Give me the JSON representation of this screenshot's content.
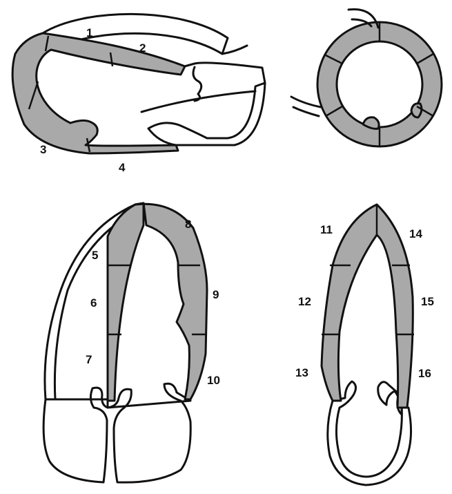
{
  "views": {
    "long_axis": {
      "segments": [
        {
          "id": 1,
          "text": "1"
        },
        {
          "id": 2,
          "text": "2"
        },
        {
          "id": 3,
          "text": "3"
        },
        {
          "id": 4,
          "text": "4"
        }
      ]
    },
    "short_axis": {
      "segment_count": 6
    },
    "four_chamber": {
      "segments": [
        {
          "id": 5,
          "text": "5"
        },
        {
          "id": 6,
          "text": "6"
        },
        {
          "id": 7,
          "text": "7"
        },
        {
          "id": 8,
          "text": "8"
        },
        {
          "id": 9,
          "text": "9"
        },
        {
          "id": 10,
          "text": "10"
        }
      ]
    },
    "two_chamber": {
      "segments": [
        {
          "id": 11,
          "text": "11"
        },
        {
          "id": 12,
          "text": "12"
        },
        {
          "id": 13,
          "text": "13"
        },
        {
          "id": 14,
          "text": "14"
        },
        {
          "id": 15,
          "text": "15"
        },
        {
          "id": 16,
          "text": "16"
        }
      ]
    }
  },
  "colors": {
    "wall_fill": "#a9a9a9",
    "outline": "#111111",
    "background": "#ffffff"
  }
}
